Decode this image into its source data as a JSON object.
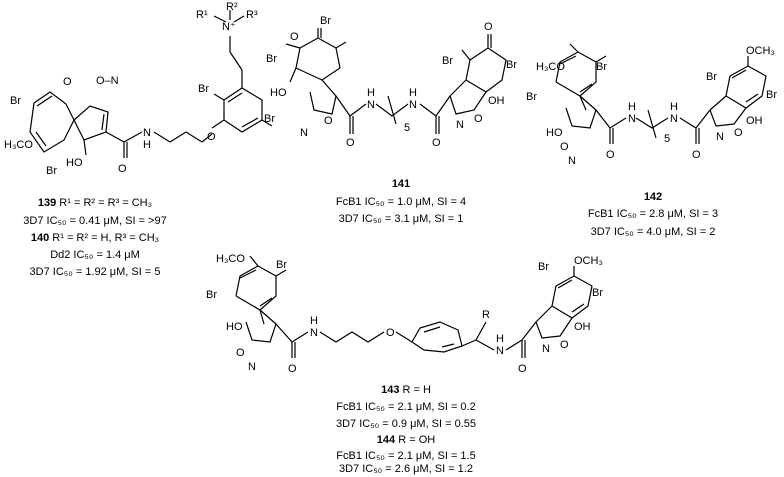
{
  "compounds": [
    {
      "id": "139",
      "label_bold": "139",
      "label_rest": " R¹ = R² = R³ = CH₃",
      "lines": [
        "3D7 IC₅₀ = 0.41 μM, SI = >97"
      ]
    },
    {
      "id": "140",
      "label_bold": "140",
      "label_rest": " R¹ = R² = H, R³ = CH₃",
      "lines": [
        "Dd2 IC₅₀ = 1.4 μM",
        "3D7 IC₅₀ = 1.92 μM, SI = 5"
      ]
    },
    {
      "id": "141",
      "label_bold": "141",
      "label_rest": "",
      "lines": [
        "FcB1 IC₅₀ = 1.0 μM, SI = 4",
        "3D7 IC₅₀ = 3.1 μM, SI = 1"
      ]
    },
    {
      "id": "142",
      "label_bold": "142",
      "label_rest": "",
      "lines": [
        "FcB1 IC₅₀ = 2.8 μM, SI = 3",
        "3D7 IC₅₀ = 4.0 μM, SI = 2"
      ]
    },
    {
      "id": "143",
      "label_bold": "143",
      "label_rest": " R = H",
      "lines": [
        "FcB1 IC₅₀ = 2.1 μM, SI = 0.2",
        "3D7 IC₅₀ = 0.9 μM, SI = 0.55"
      ]
    },
    {
      "id": "144",
      "label_bold": "144",
      "label_rest": " R = OH",
      "lines": [
        "FcB1 IC₅₀ = 2.1 μM, SI = 1.5",
        "3D7 IC₅₀ = 2.6 μM, SI = 1.2"
      ]
    }
  ],
  "atoms": {
    "br": "Br",
    "o": "O",
    "n": "N",
    "h": "H",
    "oh": "OH",
    "ho": "HO",
    "nh": "N",
    "h3co": "H₃CO",
    "och3": "OCH₃",
    "r": "R",
    "r1": "R¹",
    "r2": "R²",
    "r3": "R³",
    "nplus": "N⁺",
    "five": "5"
  }
}
